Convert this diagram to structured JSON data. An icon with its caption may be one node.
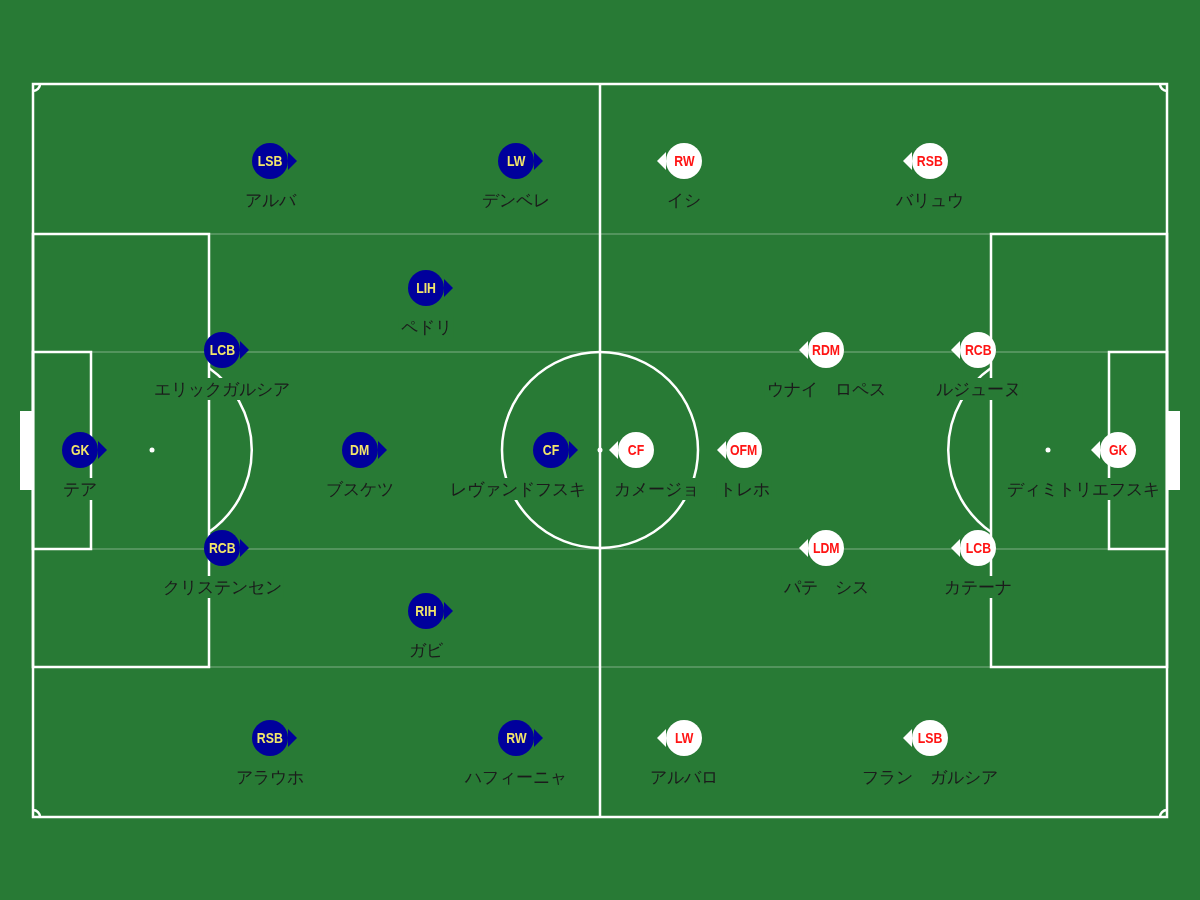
{
  "diagram": {
    "nodes": [
      {
        "text": [
          "LSB"
        ],
        "beside": [
          "アルバ"
        ]
      },
      {
        "text": [
          "LW"
        ],
        "beside": [
          "デンベレ"
        ]
      },
      {
        "text": [
          "LIH"
        ],
        "beside": [
          "ペドリ"
        ]
      },
      {
        "text": [
          "LCB"
        ],
        "beside": [
          "エリックガルシア"
        ]
      },
      {
        "text": [
          "GK"
        ],
        "beside": [
          "テア"
        ]
      },
      {
        "text": [
          "DM"
        ],
        "beside": [
          "ブスケツ"
        ]
      },
      {
        "text": [
          "CF"
        ],
        "beside": [
          "レヴァンドフスキ"
        ]
      },
      {
        "text": [
          "RCB"
        ],
        "beside": [
          "クリステンセン"
        ]
      },
      {
        "text": [
          "RIH"
        ],
        "beside": [
          "ガビ"
        ]
      },
      {
        "text": [
          "RSB"
        ],
        "beside": [
          "アラウホ"
        ]
      },
      {
        "text": [
          "RW"
        ],
        "beside": [
          "ハフィーニャ"
        ]
      },
      {
        "text": [
          "RW"
        ],
        "beside": [
          "イシ"
        ]
      },
      {
        "text": [
          "RSB"
        ],
        "beside": [
          "バリュウ"
        ]
      },
      {
        "text": [
          "RDM"
        ],
        "beside": [
          "ウナイ　ロペス"
        ]
      },
      {
        "text": [
          "RCB"
        ],
        "beside": [
          "ルジューヌ"
        ]
      },
      {
        "text": [
          "CF"
        ],
        "beside": [
          "カメージョ"
        ]
      },
      {
        "text": [
          "OFM"
        ],
        "beside": [
          "トレホ"
        ]
      },
      {
        "text": [
          "GK"
        ],
        "beside": [
          "ディミトリエフスキ"
        ]
      },
      {
        "text": [
          "LDM"
        ],
        "beside": [
          "パテ　シス"
        ]
      },
      {
        "text": [
          "LCB"
        ],
        "beside": [
          "カテーナ"
        ]
      },
      {
        "text": [
          "LW"
        ],
        "beside": [
          "アルバロ"
        ]
      },
      {
        "text": [
          "LSB"
        ],
        "beside": [
          "フラン　ガルシア"
        ]
      }
    ]
  }
}
